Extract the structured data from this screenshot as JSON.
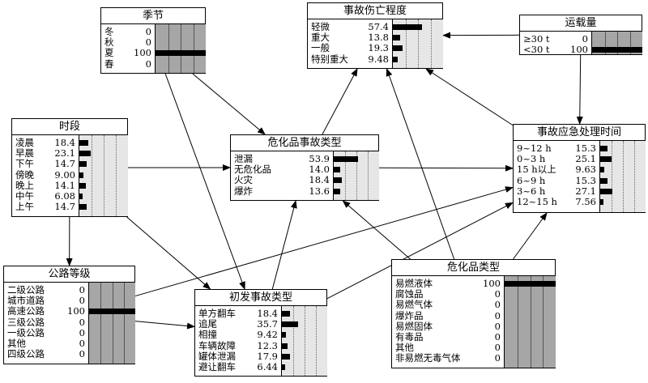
{
  "nodes": [
    {
      "id": "season",
      "title": "季节",
      "states": [
        [
          "冬",
          "0"
        ],
        [
          "秋",
          "0"
        ],
        [
          "夏",
          "100"
        ],
        [
          "春",
          "0"
        ]
      ],
      "probs": [
        0,
        0,
        100,
        0
      ]
    },
    {
      "id": "severity",
      "title": "事故伤亡程度",
      "states": [
        [
          "轻微",
          "57.4"
        ],
        [
          "重大",
          "13.8"
        ],
        [
          "一般",
          "19.3"
        ],
        [
          "特别重大",
          "9.48"
        ]
      ],
      "probs": [
        57.4,
        13.8,
        19.3,
        9.48
      ]
    },
    {
      "id": "volume",
      "title": "运载量",
      "states": [
        [
          "≥30 t",
          "0"
        ],
        [
          "<30 t",
          "100"
        ]
      ],
      "probs": [
        0,
        100
      ]
    },
    {
      "id": "period",
      "title": "时段",
      "states": [
        [
          "凌晨",
          "18.4"
        ],
        [
          "早晨",
          "23.1"
        ],
        [
          "下午",
          "14.7"
        ],
        [
          "傍晚",
          "9.00"
        ],
        [
          "晚上",
          "14.1"
        ],
        [
          "中午",
          "6.08"
        ],
        [
          "上午",
          "14.7"
        ]
      ],
      "probs": [
        18.4,
        23.1,
        14.7,
        9.0,
        14.1,
        6.08,
        14.7
      ]
    },
    {
      "id": "hazmat_accident",
      "title": "危化品事故类型",
      "states": [
        [
          "泄漏",
          "53.9"
        ],
        [
          "无危化品",
          "14.0"
        ],
        [
          "火灾",
          "18.4"
        ],
        [
          "爆炸",
          "13.6"
        ]
      ],
      "probs": [
        53.9,
        14.0,
        18.4,
        13.6
      ]
    },
    {
      "id": "response_time",
      "title": "事故应急处理时间",
      "states": [
        [
          "9~12 h",
          "15.3"
        ],
        [
          "0~3 h",
          "25.1"
        ],
        [
          "15 h以上",
          "9.63"
        ],
        [
          "6~9 h",
          "15.3"
        ],
        [
          "3~6 h",
          "27.1"
        ],
        [
          "12~15 h",
          "7.56"
        ]
      ],
      "probs": [
        15.3,
        25.1,
        9.63,
        15.3,
        27.1,
        7.56
      ]
    },
    {
      "id": "road",
      "title": "公路等级",
      "states": [
        [
          "二级公路",
          "0"
        ],
        [
          "城市道路",
          "0"
        ],
        [
          "高速公路",
          "100"
        ],
        [
          "三级公路",
          "0"
        ],
        [
          "一级公路",
          "0"
        ],
        [
          "其他",
          "0"
        ],
        [
          "四级公路",
          "0"
        ]
      ],
      "probs": [
        0,
        0,
        100,
        0,
        0,
        0,
        0
      ]
    },
    {
      "id": "initial",
      "title": "初发事故类型",
      "states": [
        [
          "单方翻车",
          "18.4"
        ],
        [
          "追尾",
          "35.7"
        ],
        [
          "相撞",
          "9.42"
        ],
        [
          "车辆故障",
          "12.3"
        ],
        [
          "罐体泄漏",
          "17.9"
        ],
        [
          "避让翻车",
          "6.44"
        ]
      ],
      "probs": [
        18.4,
        35.7,
        9.42,
        12.3,
        17.9,
        6.44
      ]
    },
    {
      "id": "hazmat_type",
      "title": "危化品类型",
      "states": [
        [
          "易燃液体",
          "100"
        ],
        [
          "腐蚀品",
          "0"
        ],
        [
          "易燃气体",
          "0"
        ],
        [
          "爆炸品",
          "0"
        ],
        [
          "易燃固体",
          "0"
        ],
        [
          "有毒品",
          "0"
        ],
        [
          "其他",
          "0"
        ],
        [
          "非易燃无毒气体",
          "0"
        ]
      ],
      "probs": [
        100,
        0,
        0,
        0,
        0,
        0,
        0,
        0
      ]
    }
  ],
  "edges": [
    [
      "season",
      "hazmat_accident"
    ],
    [
      "season",
      "initial"
    ],
    [
      "period",
      "hazmat_accident"
    ],
    [
      "period",
      "road"
    ],
    [
      "period",
      "initial"
    ],
    [
      "road",
      "response_time"
    ],
    [
      "road",
      "initial"
    ],
    [
      "initial",
      "hazmat_accident"
    ],
    [
      "initial",
      "response_time"
    ],
    [
      "hazmat_accident",
      "severity"
    ],
    [
      "hazmat_accident",
      "response_time"
    ],
    [
      "volume",
      "response_time"
    ],
    [
      "volume",
      "severity"
    ],
    [
      "response_time",
      "severity"
    ],
    [
      "hazmat_type",
      "severity"
    ],
    [
      "hazmat_type",
      "hazmat_accident"
    ],
    [
      "hazmat_type",
      "response_time"
    ]
  ]
}
